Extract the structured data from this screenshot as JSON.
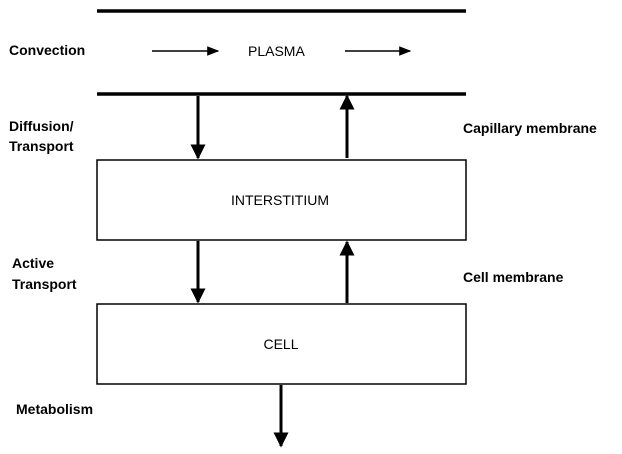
{
  "labels": {
    "convection": "Convection",
    "plasma": "PLASMA",
    "diffusion_line1": "Diffusion/",
    "diffusion_line2": "Transport",
    "capillary_membrane": "Capillary membrane",
    "interstitium": "INTERSTITIUM",
    "active_line1": "Active",
    "active_line2": "Transport",
    "cell_membrane": "Cell membrane",
    "cell": "CELL",
    "metabolism": "Metabolism"
  },
  "colors": {
    "stroke": "#000000",
    "background": "#ffffff"
  }
}
